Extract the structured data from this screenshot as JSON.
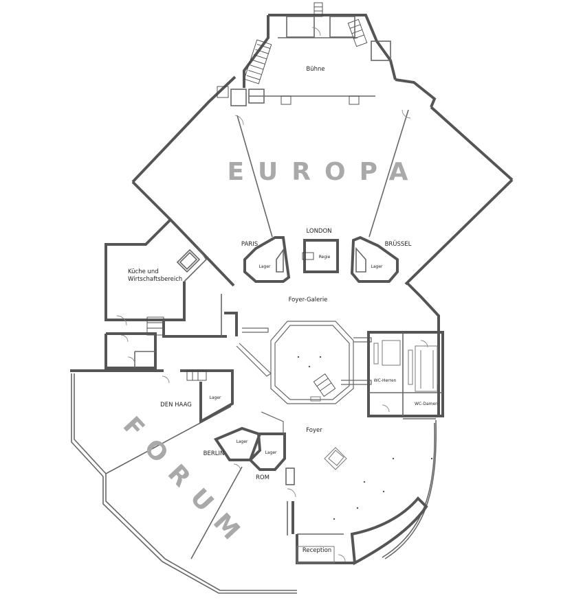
{
  "zones": {
    "europa": "EUROPA",
    "forum": "FORUM"
  },
  "rooms": {
    "buehne": "Bühne",
    "london": "LONDON",
    "paris": "PARIS",
    "bruessel": "BRÜSSEL",
    "lager_paris": "Lager",
    "regie": "Regie",
    "lager_bruessel": "Lager",
    "kueche_line1": "Küche und",
    "kueche_line2": "Wirtschaftsbereich",
    "foyer_galerie": "Foyer-Galerie",
    "wc_herren": "WC-Herren",
    "wc_damen": "WC-Damen",
    "den_haag": "DEN HAAG",
    "lager_den_haag": "Lager",
    "foyer": "Foyer",
    "lager_berlin": "Lager",
    "lager_rom": "Lager",
    "berlin": "BERLIN",
    "rom": "ROM",
    "reception": "Reception"
  }
}
